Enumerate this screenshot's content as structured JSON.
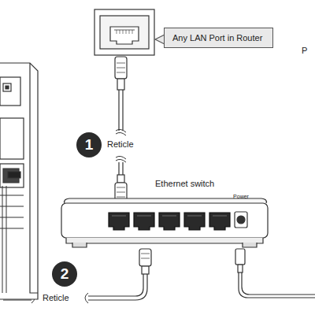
{
  "diagram": {
    "nodes": [
      {
        "text": [
          "Any LAN Port in Router"
        ]
      },
      {
        "text": [
          "1"
        ]
      },
      {
        "text": [
          "2"
        ]
      }
    ],
    "labels": [
      "Reticle",
      "Ethernet switch",
      "Power",
      "Reticle",
      "P"
    ]
  }
}
